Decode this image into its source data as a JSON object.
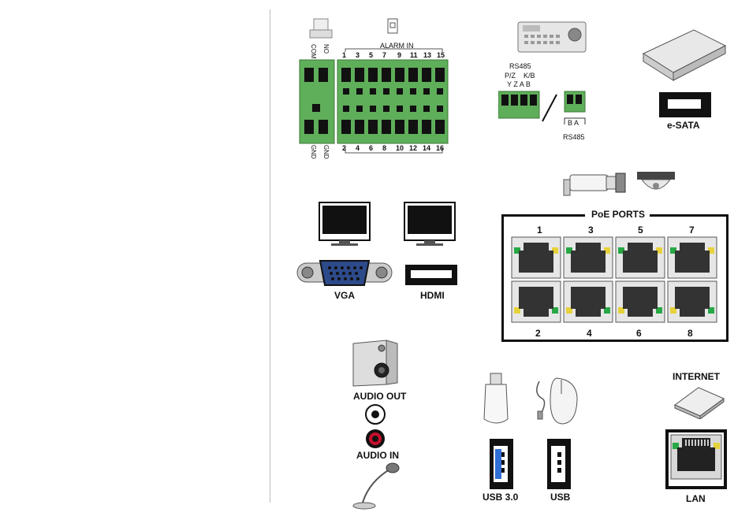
{
  "alarm": {
    "in_label": "ALARM IN",
    "top_numbers": [
      "1",
      "3",
      "5",
      "7",
      "9",
      "11",
      "13",
      "15"
    ],
    "bottom_numbers": [
      "2",
      "4",
      "6",
      "8",
      "10",
      "12",
      "14",
      "16"
    ],
    "com_label": "COM",
    "no_label": "NO",
    "gnd_left": "GND",
    "gnd_right": "GND"
  },
  "rs485": {
    "title": "RS485",
    "pz": "P/Z",
    "kb": "K/B",
    "pins": "Y  Z  A  B",
    "ba": "B A",
    "bottom": "RS485"
  },
  "esata": {
    "label": "e-SATA"
  },
  "vga": {
    "label": "VGA"
  },
  "hdmi": {
    "label": "HDMI"
  },
  "poe": {
    "title": "PoE PORTS",
    "top_numbers": [
      "1",
      "3",
      "5",
      "7"
    ],
    "bottom_numbers": [
      "2",
      "4",
      "6",
      "8"
    ]
  },
  "audio": {
    "out": "AUDIO OUT",
    "in": "AUDIO IN"
  },
  "usb": {
    "usb3": "USB 3.0",
    "usb": "USB"
  },
  "network": {
    "internet": "INTERNET",
    "lan": "LAN"
  },
  "colors": {
    "terminal_green": "#5fae5a",
    "port_yellow": "#e6d23a",
    "port_green": "#27a844"
  }
}
